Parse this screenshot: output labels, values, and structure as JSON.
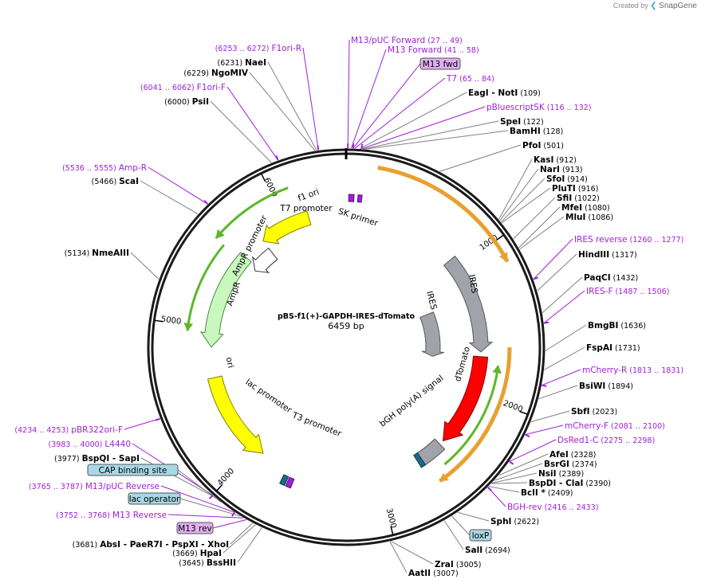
{
  "credit": {
    "prefix": "Created by",
    "brand": "SnapGene"
  },
  "plasmid": {
    "name": "pBS-f1(+)-GAPDH-IRES-dTomato",
    "length": "6459 bp"
  },
  "ticks": [
    "1000",
    "2000",
    "3000",
    "4000",
    "5000",
    "6000"
  ],
  "features": [
    {
      "label": "f1 ori"
    },
    {
      "label": "AmpR promoter"
    },
    {
      "label": "AmpR"
    },
    {
      "label": "ori"
    },
    {
      "label": "lac promoter"
    },
    {
      "label": "T3 promoter"
    },
    {
      "label": "T7 promoter"
    },
    {
      "label": "SK primer"
    },
    {
      "label": "IRES"
    },
    {
      "label": "IRES"
    },
    {
      "label": "dTomato"
    },
    {
      "label": "bGH poly(A) signal"
    }
  ],
  "left_labels": [
    {
      "kind": "primer",
      "pos": "(6253 .. 6272)",
      "name": "F1ori-R"
    },
    {
      "kind": "enzyme",
      "pos": "(6231)",
      "name": "NaeI"
    },
    {
      "kind": "enzyme",
      "pos": "(6229)",
      "name": "NgoMIV"
    },
    {
      "kind": "primer",
      "pos": "(6041 .. 6062)",
      "name": "F1ori-F"
    },
    {
      "kind": "enzyme",
      "pos": "(6000)",
      "name": "PsiI"
    },
    {
      "kind": "primer",
      "pos": "(5536 .. 5555)",
      "name": "Amp-R"
    },
    {
      "kind": "enzyme",
      "pos": "(5466)",
      "name": "ScaI"
    },
    {
      "kind": "enzyme",
      "pos": "(5134)",
      "name": "NmeAIII"
    },
    {
      "kind": "primer",
      "pos": "(4234 .. 4253)",
      "name": "pBR322ori-F"
    },
    {
      "kind": "primer",
      "pos": "(3983 .. 4000)",
      "name": "L4440"
    },
    {
      "kind": "enzyme",
      "pos": "(3977)",
      "name": "BspQI",
      "extra": "SapI"
    },
    {
      "kind": "box",
      "name": "CAP binding site"
    },
    {
      "kind": "primer",
      "pos": "(3765 .. 3787)",
      "name": "M13/pUC Reverse"
    },
    {
      "kind": "box",
      "name": "lac operator"
    },
    {
      "kind": "primer",
      "pos": "(3752 .. 3768)",
      "name": "M13 Reverse"
    },
    {
      "kind": "boxp",
      "name": "M13 rev"
    },
    {
      "kind": "enzyme4",
      "pos": "(3681)",
      "name": "AbsI",
      "names": [
        "PaeR7I",
        "PspXI",
        "XhoI"
      ]
    },
    {
      "kind": "enzyme",
      "pos": "(3669)",
      "name": "HpaI"
    },
    {
      "kind": "enzyme",
      "pos": "(3645)",
      "name": "BssHII"
    }
  ],
  "top_labels": [
    {
      "kind": "primer",
      "name": "M13/pUC Forward",
      "pos": "(27 .. 49)"
    },
    {
      "kind": "primer",
      "name": "M13 Forward",
      "pos": "(41 .. 58)"
    },
    {
      "kind": "boxp",
      "name": "M13 fwd"
    },
    {
      "kind": "primer",
      "name": "T7",
      "pos": "(65 .. 84)"
    },
    {
      "kind": "enzyme",
      "name": "EagI",
      "extra": "NotI",
      "pos": "(109)"
    },
    {
      "kind": "primer",
      "name": "pBluescriptSK",
      "pos": "(116 .. 132)"
    },
    {
      "kind": "enzyme",
      "name": "SpeI",
      "pos": "(122)"
    },
    {
      "kind": "enzyme",
      "name": "BamHI",
      "pos": "(128)"
    }
  ],
  "right_labels": [
    {
      "kind": "enzyme",
      "name": "PfoI",
      "pos": "(501)"
    },
    {
      "kind": "enzyme",
      "name": "KasI",
      "pos": "(912)"
    },
    {
      "kind": "enzyme",
      "name": "NarI",
      "pos": "(913)"
    },
    {
      "kind": "enzyme",
      "name": "SfoI",
      "pos": "(914)"
    },
    {
      "kind": "enzyme",
      "name": "PluTI",
      "pos": "(916)"
    },
    {
      "kind": "enzyme",
      "name": "SfiI",
      "pos": "(1022)"
    },
    {
      "kind": "enzyme",
      "name": "MfeI",
      "pos": "(1080)"
    },
    {
      "kind": "enzyme",
      "name": "MluI",
      "pos": "(1086)"
    },
    {
      "kind": "primer",
      "name": "IRES reverse",
      "pos": "(1260 .. 1277)"
    },
    {
      "kind": "enzyme",
      "name": "HindIII",
      "pos": "(1317)"
    },
    {
      "kind": "enzyme",
      "name": "PaqCI",
      "pos": "(1432)"
    },
    {
      "kind": "primer",
      "name": "IRES-F",
      "pos": "(1487 .. 1506)"
    },
    {
      "kind": "enzyme",
      "name": "BmgBI",
      "pos": "(1636)"
    },
    {
      "kind": "enzyme",
      "name": "FspAI",
      "pos": "(1731)"
    },
    {
      "kind": "primer",
      "name": "mCherry-R",
      "pos": "(1813 .. 1831)"
    },
    {
      "kind": "enzyme",
      "name": "BsiWI",
      "pos": "(1894)"
    },
    {
      "kind": "enzyme",
      "name": "SbfI",
      "pos": "(2023)"
    },
    {
      "kind": "primer",
      "name": "mCherry-F",
      "pos": "(2081 .. 2100)"
    },
    {
      "kind": "primer",
      "name": "DsRed1-C",
      "pos": "(2275 .. 2298)"
    },
    {
      "kind": "enzyme",
      "name": "AfeI",
      "pos": "(2328)"
    },
    {
      "kind": "enzyme",
      "name": "BsrGI",
      "pos": "(2374)"
    },
    {
      "kind": "enzyme",
      "name": "NsiI",
      "pos": "(2389)"
    },
    {
      "kind": "enzyme",
      "name": "BspDI",
      "extra": "ClaI",
      "pos": "(2390)"
    },
    {
      "kind": "enzyme",
      "name": "BclI *",
      "pos": "(2409)"
    },
    {
      "kind": "primer",
      "name": "BGH-rev",
      "pos": "(2416 .. 2433)"
    },
    {
      "kind": "enzyme",
      "name": "SphI",
      "pos": "(2622)"
    },
    {
      "kind": "box",
      "name": "loxP"
    },
    {
      "kind": "enzyme",
      "name": "SalI",
      "pos": "(2694)"
    },
    {
      "kind": "enzyme",
      "name": "ZraI",
      "pos": "(3005)"
    },
    {
      "kind": "enzyme",
      "name": "AatII",
      "pos": "(3007)"
    }
  ],
  "colors": {
    "primer": "#a020d8",
    "enzyme": "#000000",
    "line_enzyme": "#808080",
    "box_blue": "#a8d8e6",
    "box_purple": "#e0b0f0",
    "f1ori": "#ffff00",
    "ampr": "#c8f7c0",
    "ires": "#a0a4aa",
    "dtomato": "#ff0000",
    "orf_arrow": "#e8a030",
    "green_arrow": "#5cb82a"
  }
}
